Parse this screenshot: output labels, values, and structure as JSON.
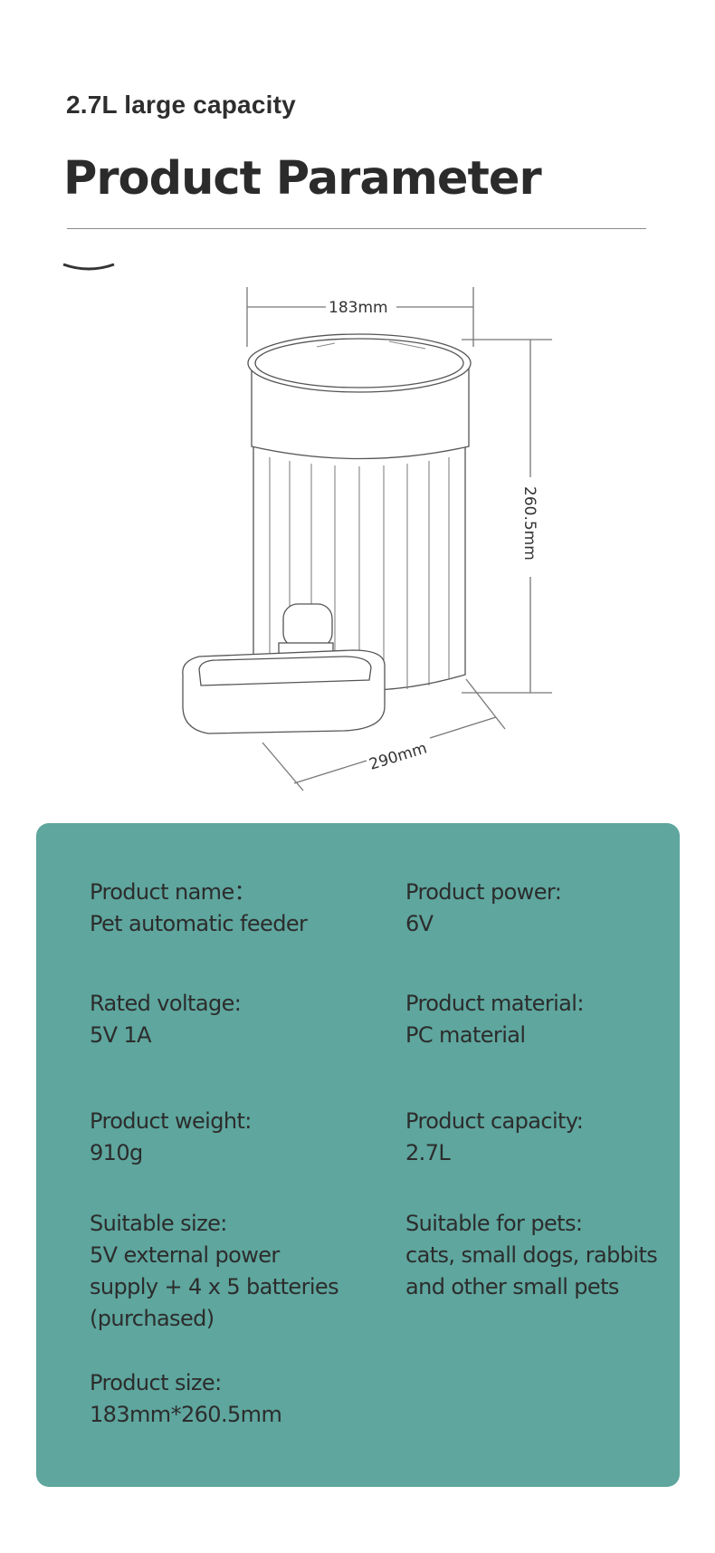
{
  "header": {
    "subtitle": "2.7L large capacity",
    "title": "Product Parameter"
  },
  "diagram": {
    "width_label": "183mm",
    "height_label": "260.5mm",
    "depth_label": "290mm"
  },
  "specs": [
    {
      "label": "Product name：",
      "value": "Pet automatic feeder"
    },
    {
      "label": "Product power:",
      "value": "6V"
    },
    {
      "label": "Rated voltage:",
      "value": "5V 1A"
    },
    {
      "label": "Product material:",
      "value": "PC material"
    },
    {
      "label": "Product weight:",
      "value": "910g"
    },
    {
      "label": "Product capacity:",
      "value": "2.7L"
    },
    {
      "label": "Suitable size:",
      "value_lines": [
        "5V external power",
        "supply + 4 x 5 batteries",
        "(purchased)"
      ]
    },
    {
      "label": "Suitable for pets:",
      "value_lines": [
        "cats, small dogs, rabbits",
        "and other small pets"
      ]
    },
    {
      "label": "Product size:",
      "value": "183mm*260.5mm"
    }
  ],
  "colors": {
    "panel": "#5ea69e",
    "text": "#2c2c2c"
  }
}
